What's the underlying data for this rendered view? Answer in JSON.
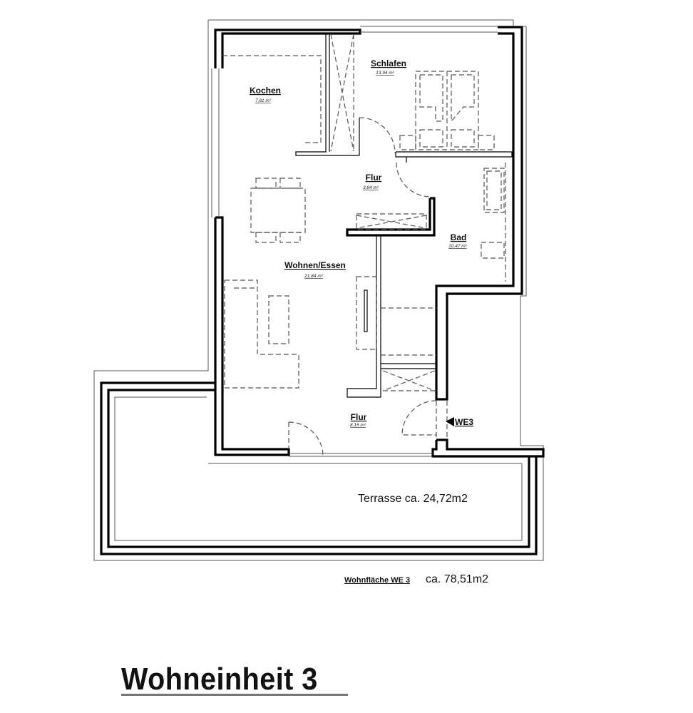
{
  "plan": {
    "rooms": [
      {
        "name": "Kochen",
        "area": "7,81 m²"
      },
      {
        "name": "Schlafen",
        "area": "13,94 m²"
      },
      {
        "name": "Flur",
        "area": "3,84 m²"
      },
      {
        "name": "Bad",
        "area": "10,47 m²"
      },
      {
        "name": "Wohnen/Essen",
        "area": "21,84 m²"
      },
      {
        "name": "Flur",
        "area": "8,15 m²"
      }
    ],
    "entrance_label": "WE3",
    "terrace_label": "Terrasse ca. 24,72m2"
  },
  "summary": {
    "label": "Wohnfläche WE 3",
    "value": "ca. 78,51m2"
  },
  "title": "Wohneinheit 3"
}
